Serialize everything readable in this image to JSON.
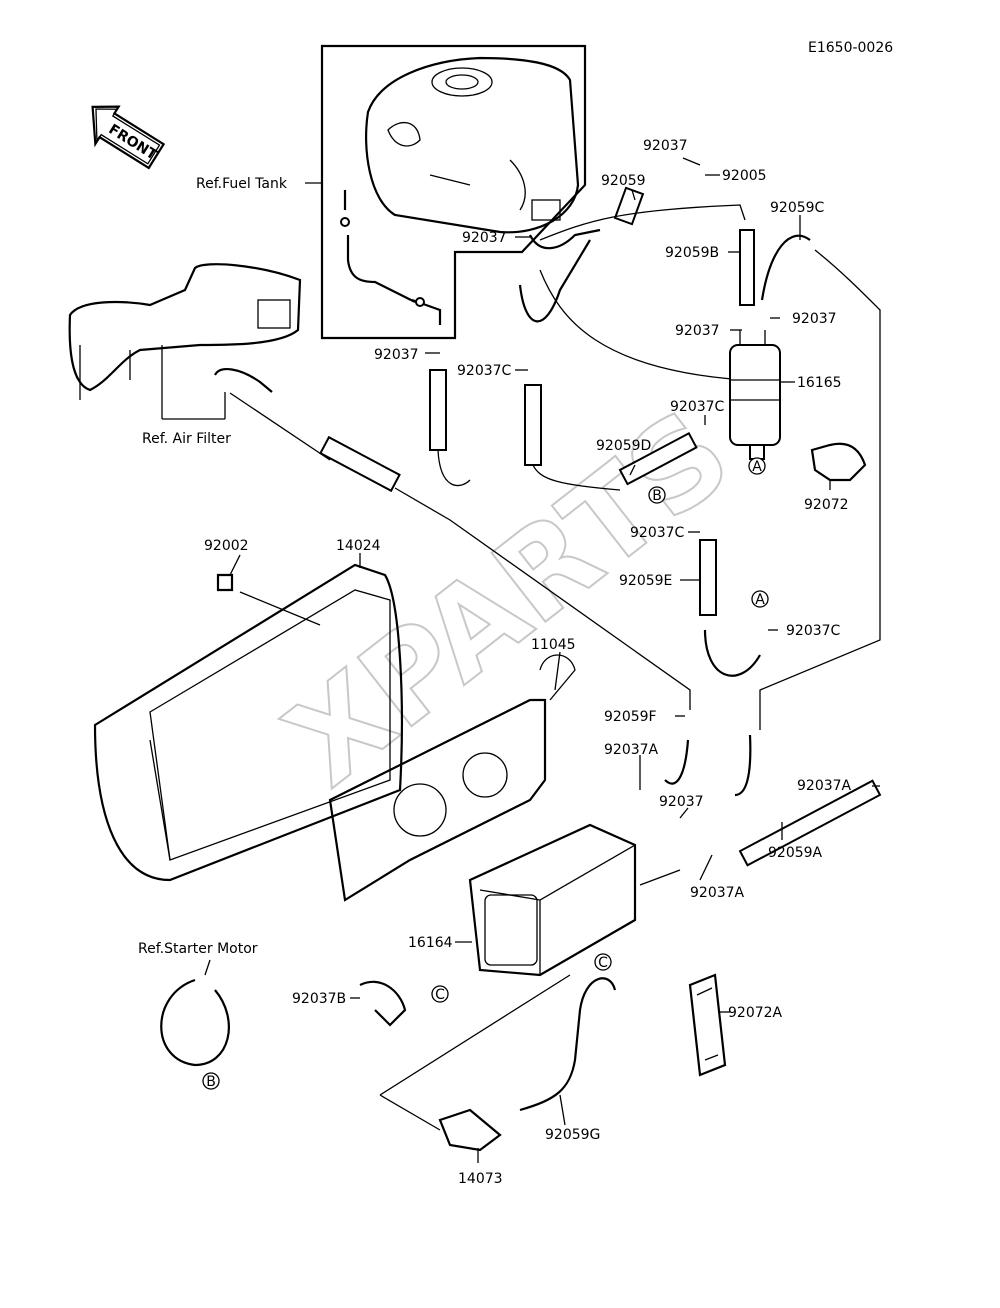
{
  "diagram_code": "E1650-0026",
  "front_arrow": "FRONT",
  "watermark": "XPARTS",
  "labels": [
    {
      "id": "ref-fuel-tank",
      "text": "Ref.Fuel Tank"
    },
    {
      "id": "ref-air-filter",
      "text": "Ref. Air Filter"
    },
    {
      "id": "ref-starter-motor",
      "text": "Ref.Starter Motor"
    },
    {
      "id": "p92037-a",
      "text": "92037"
    },
    {
      "id": "p92005",
      "text": "92005"
    },
    {
      "id": "p92059",
      "text": "92059"
    },
    {
      "id": "p92059c",
      "text": "92059C"
    },
    {
      "id": "p92037-b",
      "text": "92037"
    },
    {
      "id": "p92059b",
      "text": "92059B"
    },
    {
      "id": "p92037-c",
      "text": "92037"
    },
    {
      "id": "p92037-d",
      "text": "92037"
    },
    {
      "id": "p92037-e",
      "text": "92037"
    },
    {
      "id": "p92037c-a",
      "text": "92037C"
    },
    {
      "id": "p16165",
      "text": "16165"
    },
    {
      "id": "p92037c-b",
      "text": "92037C"
    },
    {
      "id": "p92059d",
      "text": "92059D"
    },
    {
      "id": "p92072",
      "text": "92072"
    },
    {
      "id": "p92037c-c",
      "text": "92037C"
    },
    {
      "id": "p92002",
      "text": "92002"
    },
    {
      "id": "p14024",
      "text": "14024"
    },
    {
      "id": "p92059e",
      "text": "92059E"
    },
    {
      "id": "p92037c-d",
      "text": "92037C"
    },
    {
      "id": "p11045",
      "text": "11045"
    },
    {
      "id": "p92059f",
      "text": "92059F"
    },
    {
      "id": "p92037a-a",
      "text": "92037A"
    },
    {
      "id": "p92037a-b",
      "text": "92037A"
    },
    {
      "id": "p92037-f",
      "text": "92037"
    },
    {
      "id": "p92059a",
      "text": "92059A"
    },
    {
      "id": "p92037a-c",
      "text": "92037A"
    },
    {
      "id": "p16164",
      "text": "16164"
    },
    {
      "id": "p92037b",
      "text": "92037B"
    },
    {
      "id": "p92072a",
      "text": "92072A"
    },
    {
      "id": "p92059g",
      "text": "92059G"
    },
    {
      "id": "p14073",
      "text": "14073"
    }
  ],
  "markers": [
    {
      "id": "marker-a-1",
      "text": "A"
    },
    {
      "id": "marker-a-2",
      "text": "A"
    },
    {
      "id": "marker-b-1",
      "text": "B"
    },
    {
      "id": "marker-b-2",
      "text": "B"
    },
    {
      "id": "marker-c-1",
      "text": "C"
    },
    {
      "id": "marker-c-2",
      "text": "C"
    }
  ]
}
